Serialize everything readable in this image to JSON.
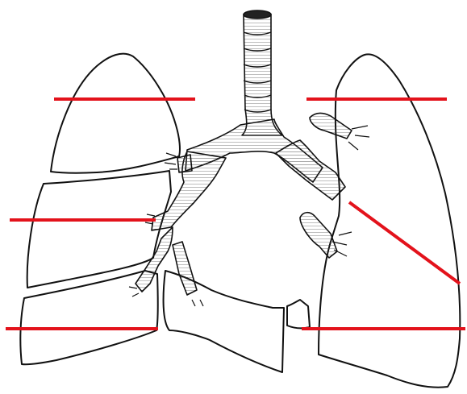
{
  "diagram": {
    "subject": "lungs-trachea-bronchi-outline",
    "colors": {
      "background": "#ffffff",
      "outline": "#111111",
      "label_line": "#e3121b",
      "airway_fill": "#dcdcdc"
    },
    "label_lines": [
      {
        "id": "upper-left",
        "label": ""
      },
      {
        "id": "middle-left",
        "label": ""
      },
      {
        "id": "lower-left",
        "label": ""
      },
      {
        "id": "upper-right",
        "label": ""
      },
      {
        "id": "bronchus-right",
        "label": ""
      },
      {
        "id": "lower-right",
        "label": ""
      }
    ]
  }
}
